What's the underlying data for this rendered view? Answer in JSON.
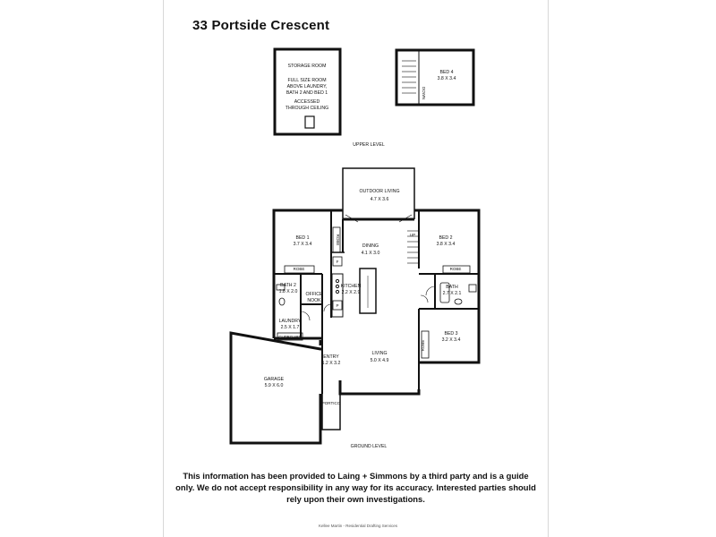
{
  "title": "33 Portside Crescent",
  "upper_level": {
    "label": "UPPER LEVEL",
    "storage": {
      "name": "STORAGE ROOM",
      "line1": "FULL SIZE ROOM",
      "line2": "ABOVE LAUNDRY,",
      "line3": "BATH 2 AND BED 1",
      "line4": "ACCESSED",
      "line5": "THROUGH CEILING"
    },
    "bed4": {
      "name": "BED 4",
      "size": "3.8 X 3.4"
    },
    "down": "DOWN"
  },
  "ground_level": {
    "label": "GROUND LEVEL",
    "outdoor_living": {
      "name": "OUTDOOR LIVING",
      "size": "4.7 X 3.6"
    },
    "bed1": {
      "name": "BED 1",
      "size": "3.7 X 3.4"
    },
    "robe1": "ROBE",
    "robe_side": "ROBE",
    "dining": {
      "name": "DINING",
      "size": "4.1 X 3.0"
    },
    "bed2": {
      "name": "BED 2",
      "size": "3.8 X 3.4"
    },
    "robe2": "ROBE",
    "up": "UP",
    "bath2": {
      "name": "BATH 2",
      "size": "1.8 X 2.0"
    },
    "office": {
      "name": "OFFICE",
      "name2": "NOOK"
    },
    "kitchen": {
      "name": "KITCHEN",
      "size": "2.2 X 2.9"
    },
    "bath": {
      "name": "BATH",
      "size": "2.7 X 2.1"
    },
    "fridge": "F",
    "pantry": "P",
    "laundry": {
      "name": "LAUNDRY",
      "size": "2.5 X 1.7"
    },
    "cupboard": "CUPBOARD",
    "bed3": {
      "name": "BED 3",
      "size": "3.2 X 3.4"
    },
    "robe3": "ROBE",
    "garage": {
      "name": "GARAGE",
      "size": "5.9 X 6.0"
    },
    "entry": {
      "name": "ENTRY",
      "size": "1.2 X 3.2"
    },
    "living": {
      "name": "LIVING",
      "size": "5.0 X 4.9"
    },
    "portico": "PORTICO"
  },
  "disclaimer": "This information has been provided to Laing + Simmons by a third party and is a guide only. We do not accept responsibility in any way for its accuracy. Interested parties should rely upon their own investigations.",
  "footer": "Kellee Martin - Residential Drafting Services"
}
